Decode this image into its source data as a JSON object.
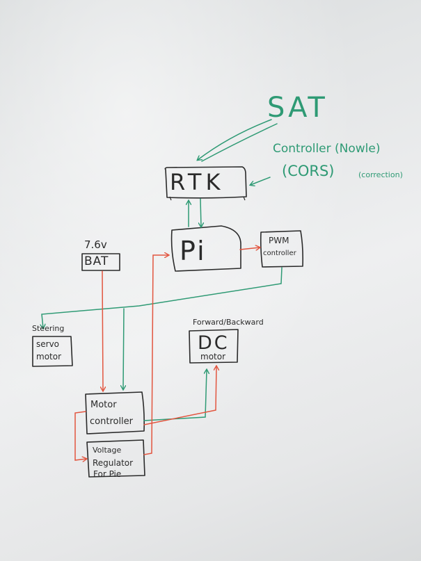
{
  "nodes": {
    "sat": "SAT",
    "rtk": "RTK",
    "correction_line1": "Controller (Nowle)",
    "correction_line2": "(CORS)",
    "correction_suffix": "(correction)",
    "pi": "Pi",
    "pwm_line1": "PWM",
    "pwm_line2": "controller",
    "bat_voltage": "7.6v",
    "bat": "BAT",
    "steering_title": "Steering",
    "servo_line1": "servo",
    "servo_line2": "motor",
    "dc_title": "Forward/Backward",
    "dc_line1": "DC",
    "dc_line2": "motor",
    "motor_ctrl_line1": "Motor",
    "motor_ctrl_line2": "controller",
    "vreg_line1": "Voltage",
    "vreg_line2": "Regulator",
    "vreg_line3": "For Pie"
  },
  "colors": {
    "marker_black": "#2a2a2a",
    "marker_green": "#2e9a74",
    "marker_red": "#e2553f"
  }
}
